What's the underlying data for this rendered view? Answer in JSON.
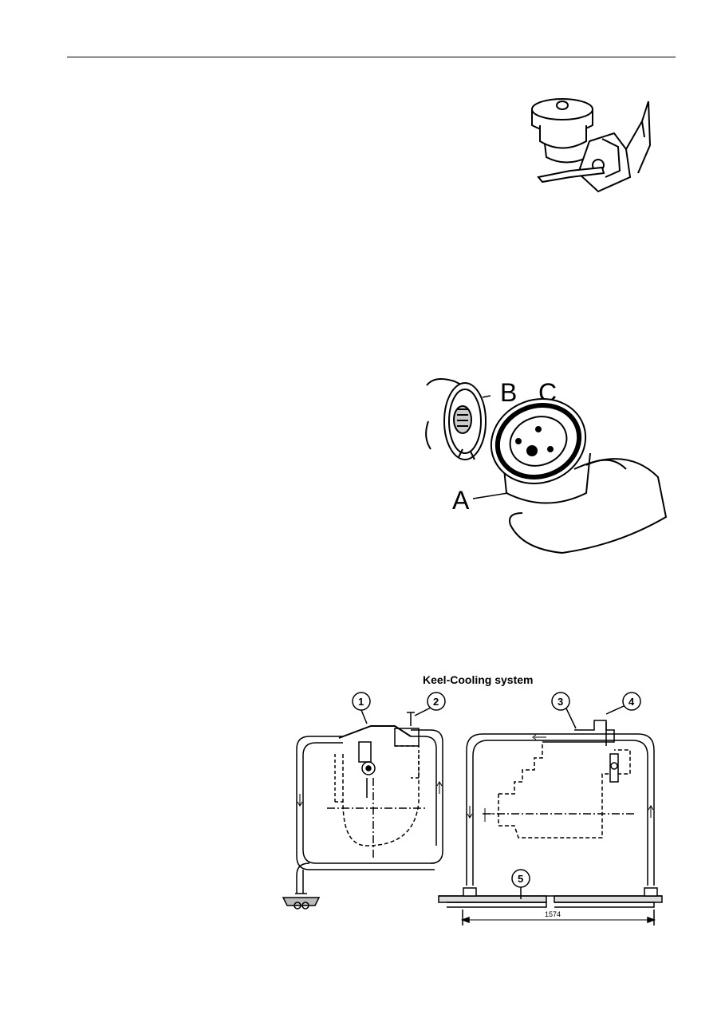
{
  "filter_figure": {
    "labels": {
      "a": "A",
      "b": "B",
      "c": "C"
    }
  },
  "keel_figure": {
    "title": "Keel-Cooling system",
    "callouts": [
      "1",
      "2",
      "3",
      "4",
      "5"
    ],
    "dimension": "1574"
  }
}
